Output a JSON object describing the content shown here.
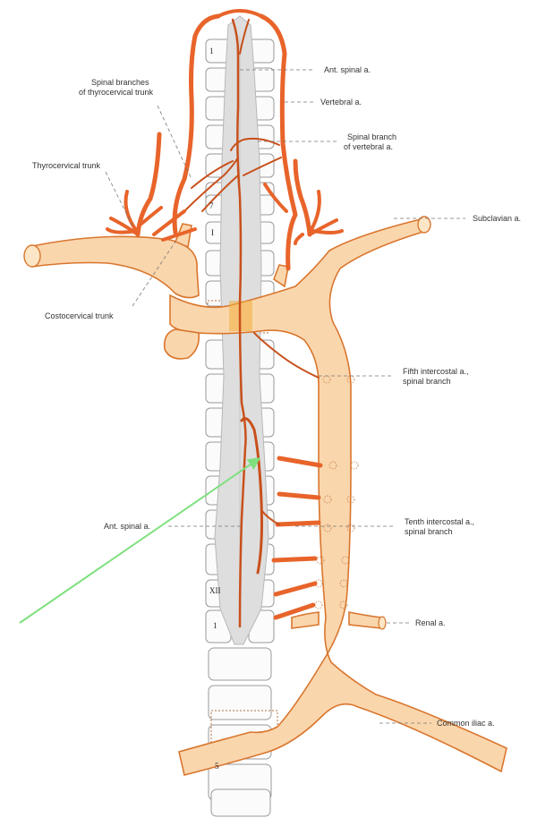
{
  "labels": {
    "ant_spinal_top": "Ant. spinal a.",
    "vertebral": "Vertebral a.",
    "spinal_branch_vertebral_1": "Spinal branch",
    "spinal_branch_vertebral_2": "of vertebral a.",
    "spinal_branches_thyrocervical_1": "Spinal branches",
    "spinal_branches_thyrocervical_2": "of thyrocervical trunk",
    "thyrocervical_trunk": "Thyrocervical trunk",
    "subclavian": "Subclavian a.",
    "costocervical_trunk": "Costocervical trunk",
    "fifth_intercostal_1": "Fifth intercostal a.,",
    "fifth_intercostal_2": "spinal branch",
    "ant_spinal_mid": "Ant. spinal a.",
    "tenth_intercostal_1": "Tenth intercostal a.,",
    "tenth_intercostal_2": "spinal branch",
    "renal": "Renal a.",
    "common_iliac": "Common iliac a."
  },
  "vertebra_numbers": {
    "c1": "1",
    "c7": "7",
    "t1": "I",
    "t12": "XII",
    "l1": "1",
    "l5": "5"
  },
  "colors": {
    "artery": "#e8642a",
    "aorta_fill": "#fad6ad",
    "spinal_cord": "#dcdcdc",
    "arrow": "#7ee07e"
  }
}
